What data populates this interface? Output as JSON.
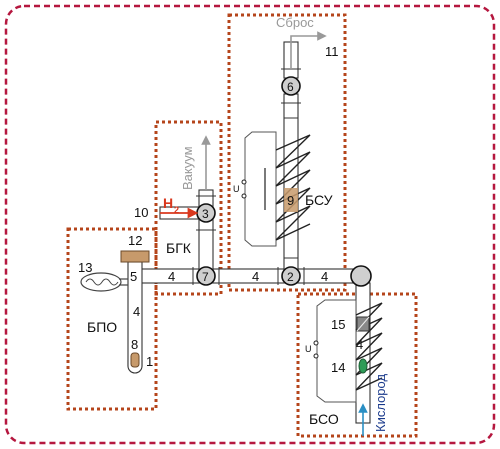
{
  "diagram": {
    "blocks": {
      "bpo": "БПО",
      "bgk": "БГК",
      "bsu": "БСУ",
      "bso": "БСО"
    },
    "flows": {
      "vacuum": "Вакуум",
      "vent": "Сброс",
      "oxygen": "Кислород",
      "hydrogen_main": "H",
      "hydrogen_sub": "2"
    },
    "numbers": {
      "n1": "1",
      "n2": "2",
      "n3": "3",
      "n4a": "4",
      "n4b": "4",
      "n4c": "4",
      "n4d": "4",
      "n4e": "4",
      "n5": "5",
      "n6": "6",
      "n7": "7",
      "n8": "8",
      "n9": "9",
      "n10": "10",
      "n11": "11",
      "n12": "12",
      "n13": "13",
      "n14": "14",
      "n15": "15"
    },
    "furnace_sym_1": "U",
    "furnace_sym_2": "U",
    "colors": {
      "outer_border": "#b5173f",
      "block_frame": "#b5451b",
      "hydrogen": "#d9381e",
      "oxygen_text": "#1a3a8c",
      "oxygen_arrow": "#2a8fc4",
      "valve_fill": "#cfcfcf",
      "heater_fill": "#c79a6b",
      "sample_green": "#2e9c57"
    }
  }
}
